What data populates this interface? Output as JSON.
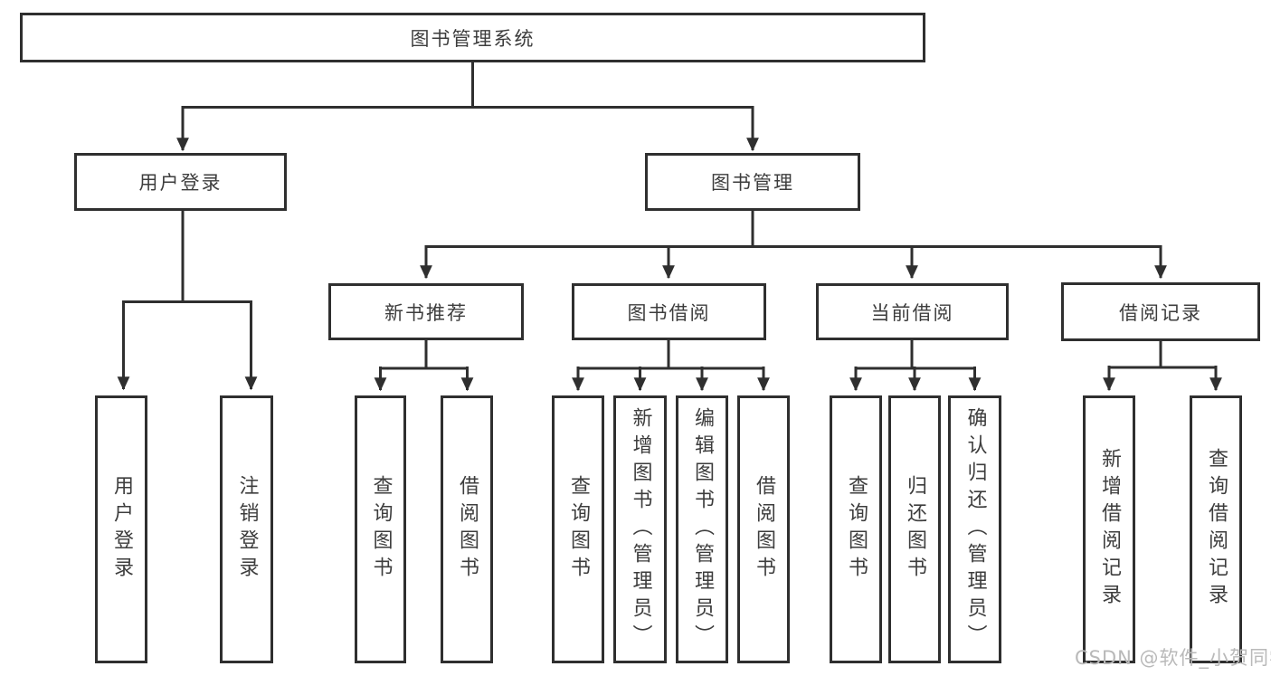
{
  "diagram": {
    "type": "hierarchy-tree",
    "title": "图书管理系统",
    "colors": {
      "stroke": "#2f2f2f",
      "text": "#3d3d3d",
      "background": "#ffffff",
      "watermark": "#b9b9b9"
    }
  },
  "tree": {
    "label": "图书管理系统",
    "children": [
      {
        "label": "用户登录",
        "children": [
          {
            "label": "用户登录"
          },
          {
            "label": "注销登录"
          }
        ]
      },
      {
        "label": "图书管理",
        "children": [
          {
            "label": "新书推荐",
            "children": [
              {
                "label": "查询图书"
              },
              {
                "label": "借阅图书"
              }
            ]
          },
          {
            "label": "图书借阅",
            "children": [
              {
                "label": "查询图书"
              },
              {
                "label": "新增图书（管理员）"
              },
              {
                "label": "编辑图书（管理员）"
              },
              {
                "label": "借阅图书"
              }
            ]
          },
          {
            "label": "当前借阅",
            "children": [
              {
                "label": "查询图书"
              },
              {
                "label": "归还图书"
              },
              {
                "label": "确认归还（管理员）"
              }
            ]
          },
          {
            "label": "借阅记录",
            "children": [
              {
                "label": "新增借阅记录"
              },
              {
                "label": "查询借阅记录"
              }
            ]
          }
        ]
      }
    ]
  },
  "watermark": {
    "text": "CSDN @软件_小贺同学"
  }
}
